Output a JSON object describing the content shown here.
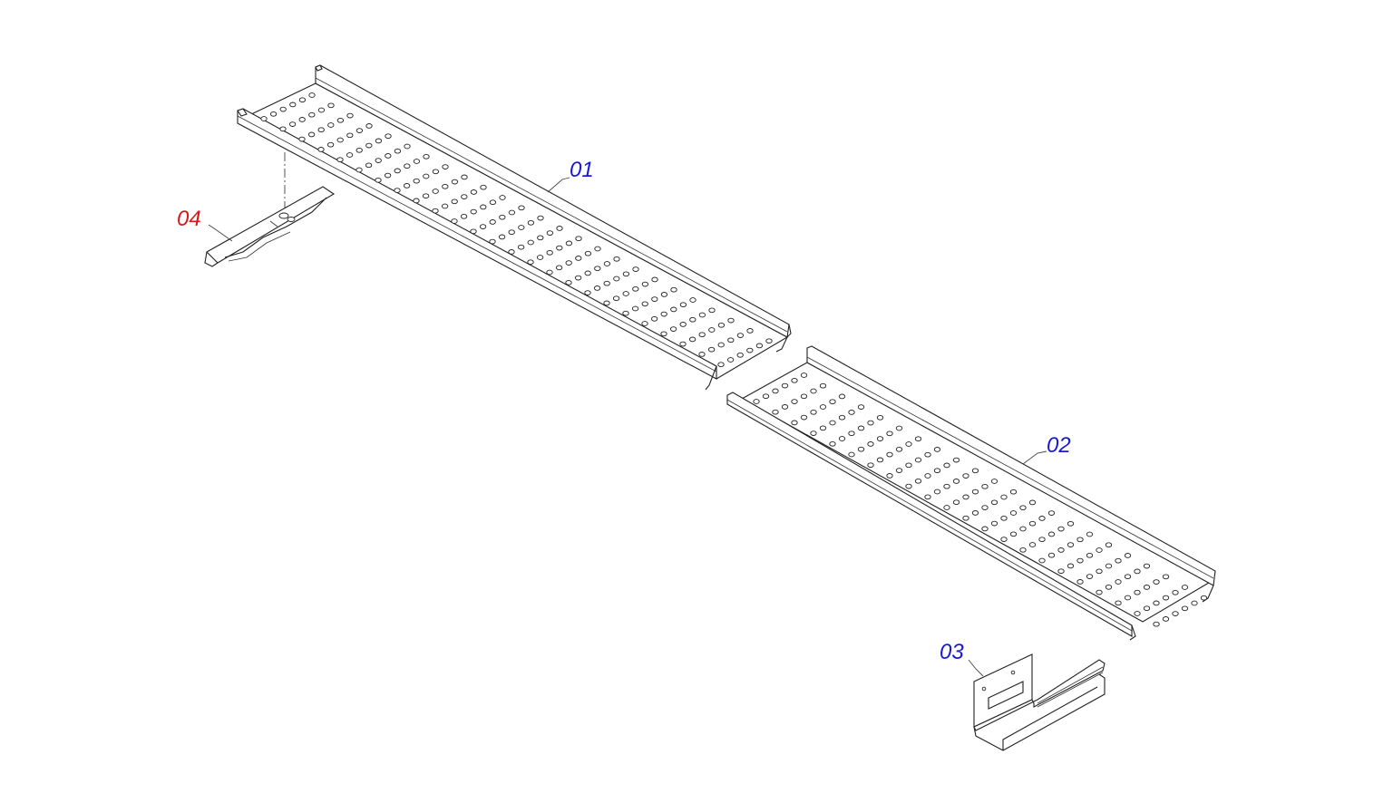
{
  "callouts": [
    {
      "id": "01",
      "text": "01",
      "color": "#1a1ad6"
    },
    {
      "id": "02",
      "text": "02",
      "color": "#1a1ad6"
    },
    {
      "id": "03",
      "text": "03",
      "color": "#1a1ad6"
    },
    {
      "id": "04",
      "text": "04",
      "color": "#d61a1a"
    }
  ]
}
